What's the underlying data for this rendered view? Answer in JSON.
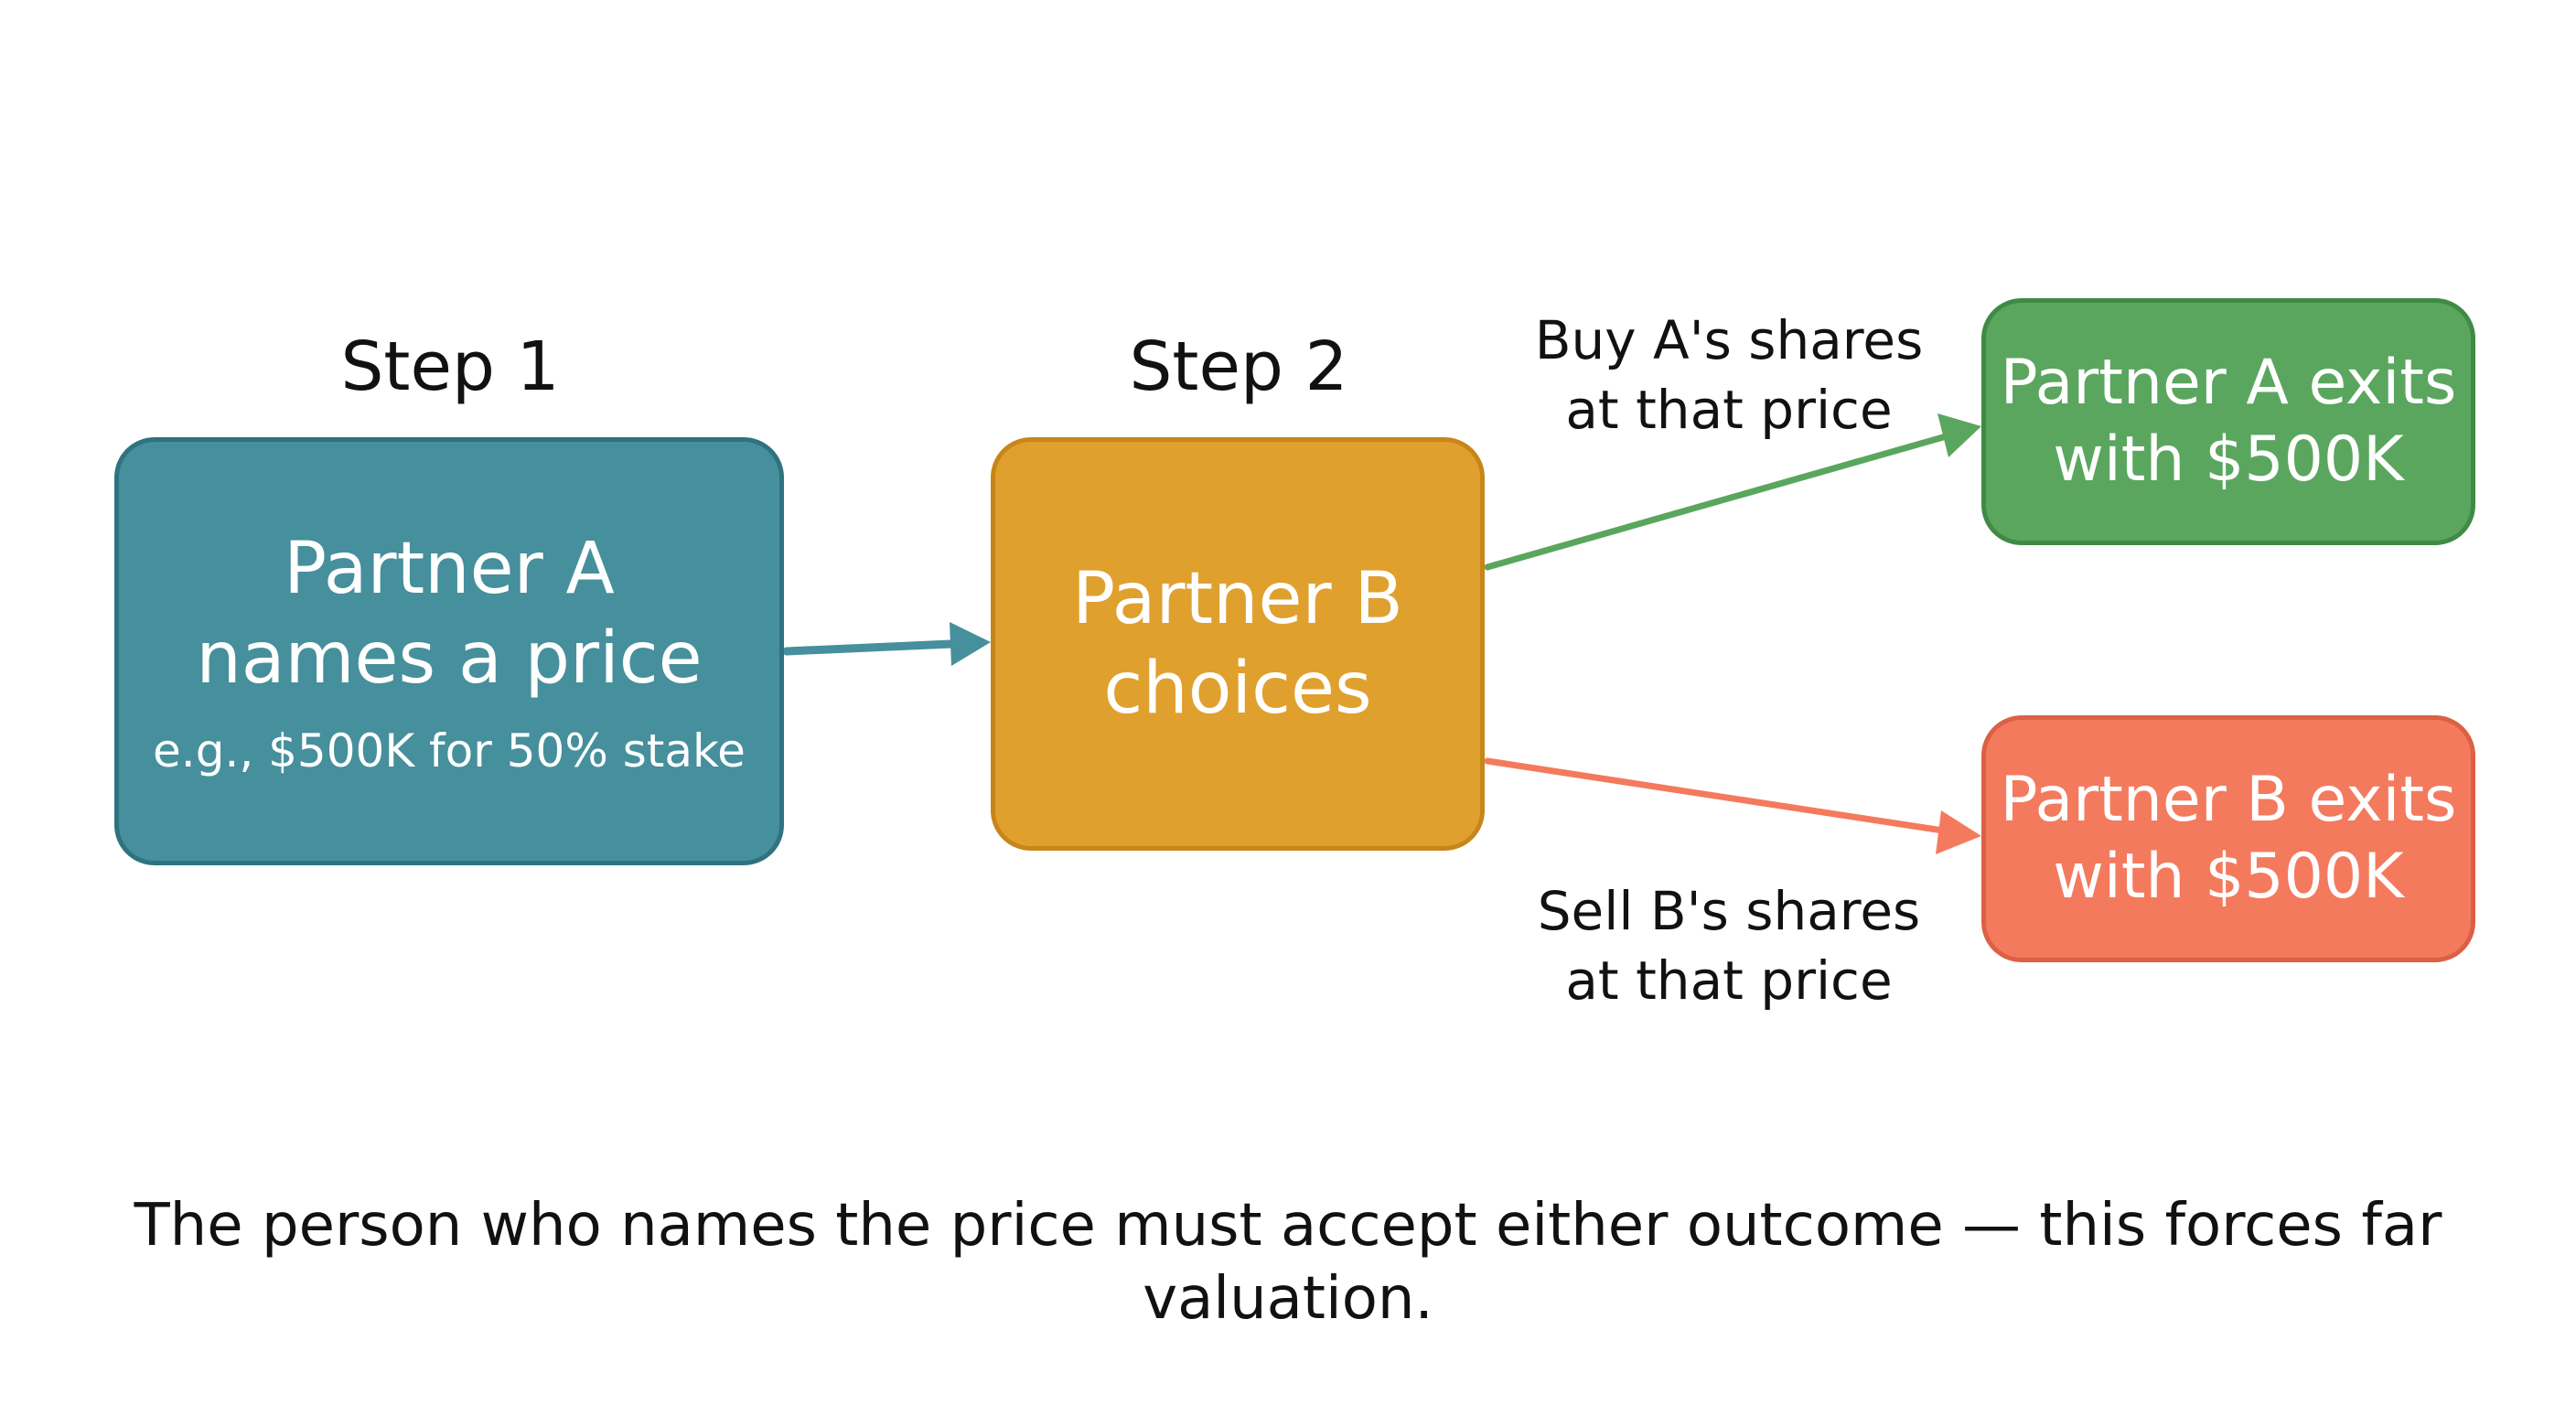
{
  "steps": {
    "step1": "Step 1",
    "step2": "Step 2"
  },
  "box_a": {
    "line1": "Partner A",
    "line2": "names a price",
    "sub": "e.g., $500K for 50% stake"
  },
  "box_b": {
    "line1": "Partner B",
    "line2": "choices"
  },
  "outcome_a": {
    "line1": "Partner A exits",
    "line2": "with $500K"
  },
  "outcome_b": {
    "line1": "Partner B exits",
    "line2": "with $500K"
  },
  "arrow_labels": {
    "buy_line1": "Buy A's shares",
    "buy_line2": "at that price",
    "sell_line1": "Sell B's shares",
    "sell_line2": "at that price"
  },
  "caption": "The person who names the price must accept either outcome — this forces far valuation.",
  "colors": {
    "teal": "#468f9c",
    "orange": "#e0a02e",
    "green": "#5aa65f",
    "coral": "#f47a5e"
  }
}
